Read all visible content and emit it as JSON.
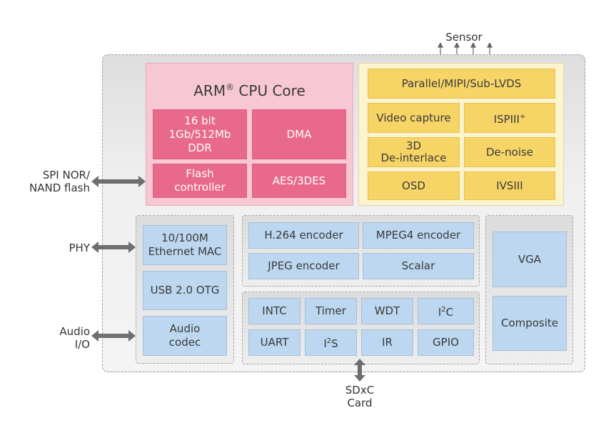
{
  "title": "ARM SoC block diagram",
  "external": {
    "sensor": "Sensor",
    "spi_nor": "SPI NOR/",
    "nand_flash": "NAND flash",
    "phy": "PHY",
    "audio": "Audio",
    "io": "I/O",
    "sdxc": "SDxC",
    "card": "Card"
  },
  "arm": {
    "title": "ARM",
    "reg": "®",
    "title_suffix": " CPU Core",
    "ddr_line1": "16 bit",
    "ddr_line2": "1Gb/512Mb",
    "ddr_line3": "DDR",
    "dma": "DMA",
    "flash_line1": "Flash",
    "flash_line2": "controller",
    "aes": "AES/3DES",
    "color": "#e9698c"
  },
  "isp": {
    "parallel": "Parallel/MIPI/Sub-LVDS",
    "video_capture": "Video capture",
    "ispiii": "ISPIII",
    "ispiii_sup": "+",
    "deinterlace_line1": "3D",
    "deinterlace_line2": "De-interlace",
    "denoise": "De-noise",
    "osd": "OSD",
    "ivsiii": "IVSIII",
    "color": "#f7d466"
  },
  "io": {
    "eth_line1": "10/100M",
    "eth_line2": "Ethernet MAC",
    "usb": "USB 2.0 OTG",
    "audio_line1": "Audio",
    "audio_line2": "codec"
  },
  "codec": {
    "h264": "H.264 encoder",
    "mpeg4": "MPEG4 encoder",
    "jpeg": "JPEG encoder",
    "scalar": "Scalar"
  },
  "periph": {
    "intc": "INTC",
    "timer": "Timer",
    "wdt": "WDT",
    "i2c_pre": "I",
    "i2c_sup": "2",
    "i2c_post": "C",
    "uart": "UART",
    "i2s_pre": "I",
    "i2s_sup": "2",
    "i2s_post": "S",
    "ir": "IR",
    "gpio": "GPIO"
  },
  "display": {
    "vga": "VGA",
    "composite": "Composite"
  },
  "colors": {
    "blue_block": "#bcd7ef",
    "arm_bg": "#f7c8d4",
    "isp_bg": "#fcf3cf",
    "arrow": "#6e6e6e"
  }
}
